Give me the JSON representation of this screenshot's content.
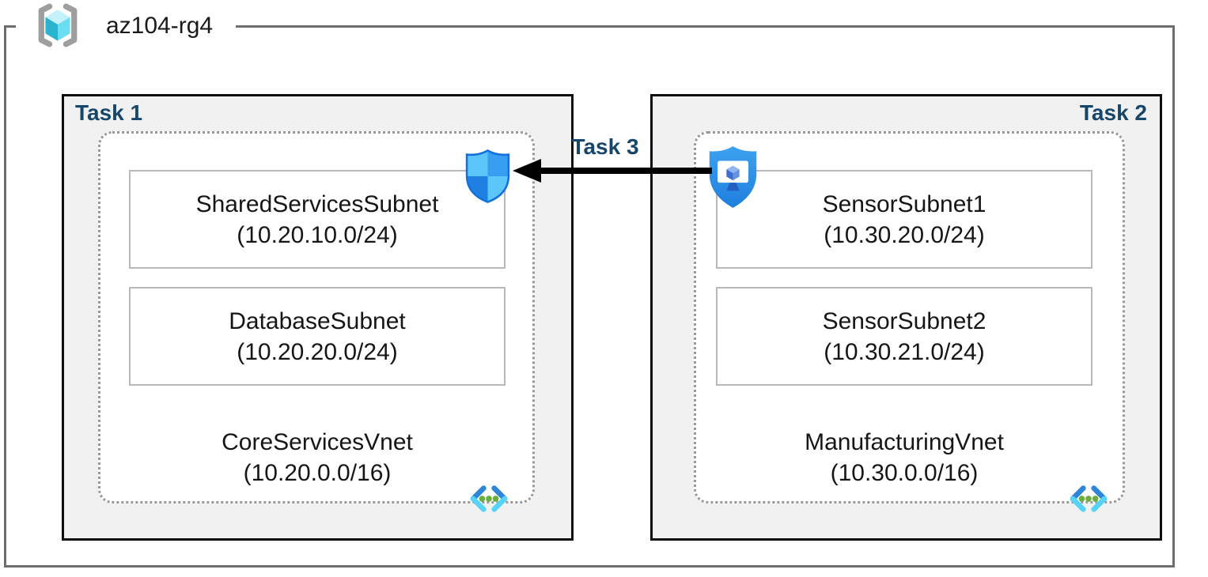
{
  "diagram": {
    "resource_group": "az104-rg4",
    "task1_label": "Task 1",
    "task2_label": "Task 2",
    "task3_label": "Task 3",
    "vnet1": {
      "name": "CoreServicesVnet",
      "cidr": "(10.20.0.0/16)",
      "subnet1": {
        "name": "SharedServicesSubnet",
        "cidr": "(10.20.10.0/24)"
      },
      "subnet2": {
        "name": "DatabaseSubnet",
        "cidr": "(10.20.20.0/24)"
      }
    },
    "vnet2": {
      "name": "ManufacturingVnet",
      "cidr": "(10.30.0.0/16)",
      "subnet1": {
        "name": "SensorSubnet1",
        "cidr": "(10.30.20.0/24)"
      },
      "subnet2": {
        "name": "SensorSubnet2",
        "cidr": "(10.30.21.0/24)"
      }
    },
    "icons": {
      "resource_group": "azure-resource-group-cube-in-brackets",
      "nsg": "network-security-group-quartered-shield",
      "asg": "application-security-group-shield-with-monitor",
      "vnet": "virtual-network-angle-brackets-with-dots"
    },
    "colors": {
      "task_label": "#17466b",
      "task_border": "#0d0d0d",
      "task_bg": "#f1f1f1",
      "rg_border": "#6e6e6e",
      "vnet_dotted_border": "#999999",
      "subnet_border": "#b8b8b8",
      "arrow": "#000000",
      "nsg_shield_light": "#5bc6f7",
      "nsg_shield_medium": "#379ef2",
      "nsg_shield_dark": "#1f7fe3",
      "asg_shield_blue": "#2e8fe6",
      "vnet_bracket_dark": "#2f86d7",
      "vnet_bracket_light": "#55d4f6",
      "vnet_dots_green": "#6cae3c"
    }
  }
}
